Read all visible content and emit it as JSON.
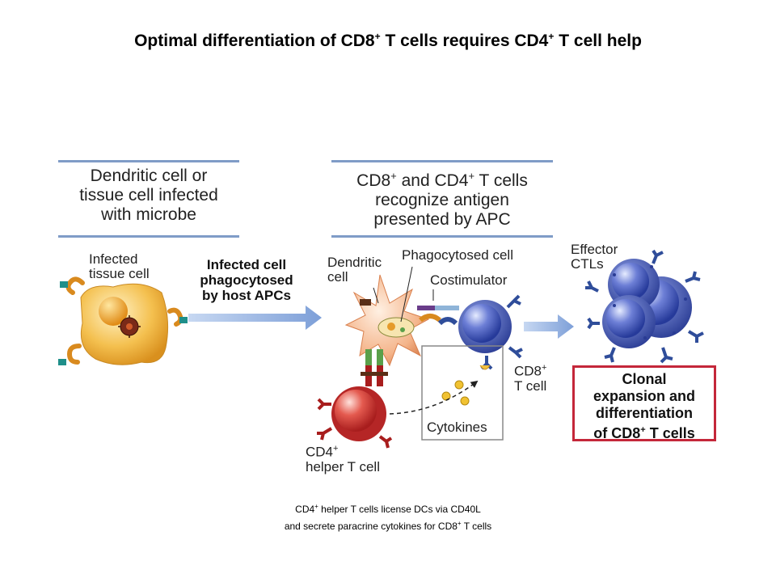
{
  "title": {
    "main": "Optimal differentiation of CD8",
    "sup1": "+",
    "mid": " T cells requires CD4",
    "sup2": "+",
    "end": " T cell help"
  },
  "box_left": {
    "line1": "Dendritic cell or",
    "line2": "tissue cell infected",
    "line3": "with microbe"
  },
  "box_middle": {
    "line1a": "CD8",
    "line1sup": "+",
    "line1b": " and CD4",
    "line1sup2": "+",
    "line1c": " T cells",
    "line2": "recognize antigen",
    "line3": "presented by APC"
  },
  "labels": {
    "infected_1": "Infected",
    "infected_2": "tissue cell",
    "dendritic_1": "Dendritic",
    "dendritic_2": "cell",
    "phagocytosed": "Phagocytosed cell",
    "costimulator": "Costimulator",
    "cd8_main": "CD8",
    "cd8_sup": "+",
    "cd8_line2": "T cell",
    "cytokines": "Cytokines",
    "cd4_main": "CD4",
    "cd4_sup": "+",
    "cd4_line2": "helper T cell",
    "effector_1": "Effector",
    "effector_2": "CTLs"
  },
  "arrow_text": {
    "line1": "Infected cell",
    "line2": "phagocytosed",
    "line3": "by host APCs"
  },
  "result_box": {
    "line1": "Clonal",
    "line2": "expansion and",
    "line3": "differentiation",
    "line4a": "of CD8",
    "line4sup": "+",
    "line4b": " T cells"
  },
  "caption": {
    "l1a": "CD4",
    "l1sup": "+",
    "l1b": " helper T cells license DCs via CD40L",
    "l2a": "and secrete paracrine cytokines for CD8",
    "l2sup": "+",
    "l2b": " T cells"
  },
  "colors": {
    "box_bar": "#7f9cc7",
    "arrow": "#8fb0e0",
    "result_border": "#c4273a",
    "tcell": "#3a4fa8",
    "helper": "#c23030",
    "dc": "#e8a070",
    "tissue": "#f0b64a"
  }
}
